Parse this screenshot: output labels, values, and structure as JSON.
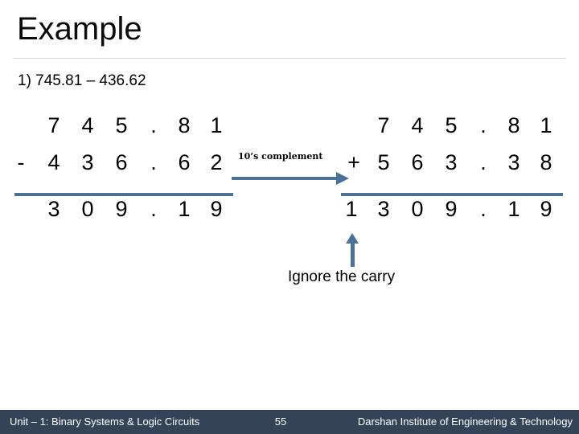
{
  "slide": {
    "title": "Example",
    "problem": "1) 745.81 – 436.62"
  },
  "left_block": {
    "name": "direct-subtraction",
    "rows": [
      {
        "sign": "",
        "digits": [
          "7",
          "4",
          "5",
          ".",
          "8",
          "1"
        ]
      },
      {
        "sign": "-",
        "digits": [
          "4",
          "3",
          "6",
          ".",
          "6",
          "2"
        ]
      },
      {
        "sign": "",
        "digits": [
          "3",
          "0",
          "9",
          ".",
          "1",
          "9"
        ]
      }
    ]
  },
  "right_block": {
    "name": "tens-complement-addition",
    "rows": [
      {
        "sign": "",
        "carry": "",
        "digits": [
          "7",
          "4",
          "5",
          ".",
          "8",
          "1"
        ]
      },
      {
        "sign": "+",
        "carry": "",
        "digits": [
          "5",
          "6",
          "3",
          ".",
          "3",
          "8"
        ]
      },
      {
        "sign": "",
        "carry": "1",
        "digits": [
          "3",
          "0",
          "9",
          ".",
          "1",
          "9"
        ]
      }
    ]
  },
  "annotations": {
    "complement_label": "10’s complement",
    "carry_label": "Ignore the carry"
  },
  "colors": {
    "rule_blue": "#4a7298",
    "footer_bg": "#344456",
    "title_rule": "#d9d9d9"
  },
  "footer": {
    "unit": "Unit – 1: Binary Systems & Logic Circuits",
    "page": "55",
    "institute": "Darshan Institute of Engineering & Technology"
  }
}
